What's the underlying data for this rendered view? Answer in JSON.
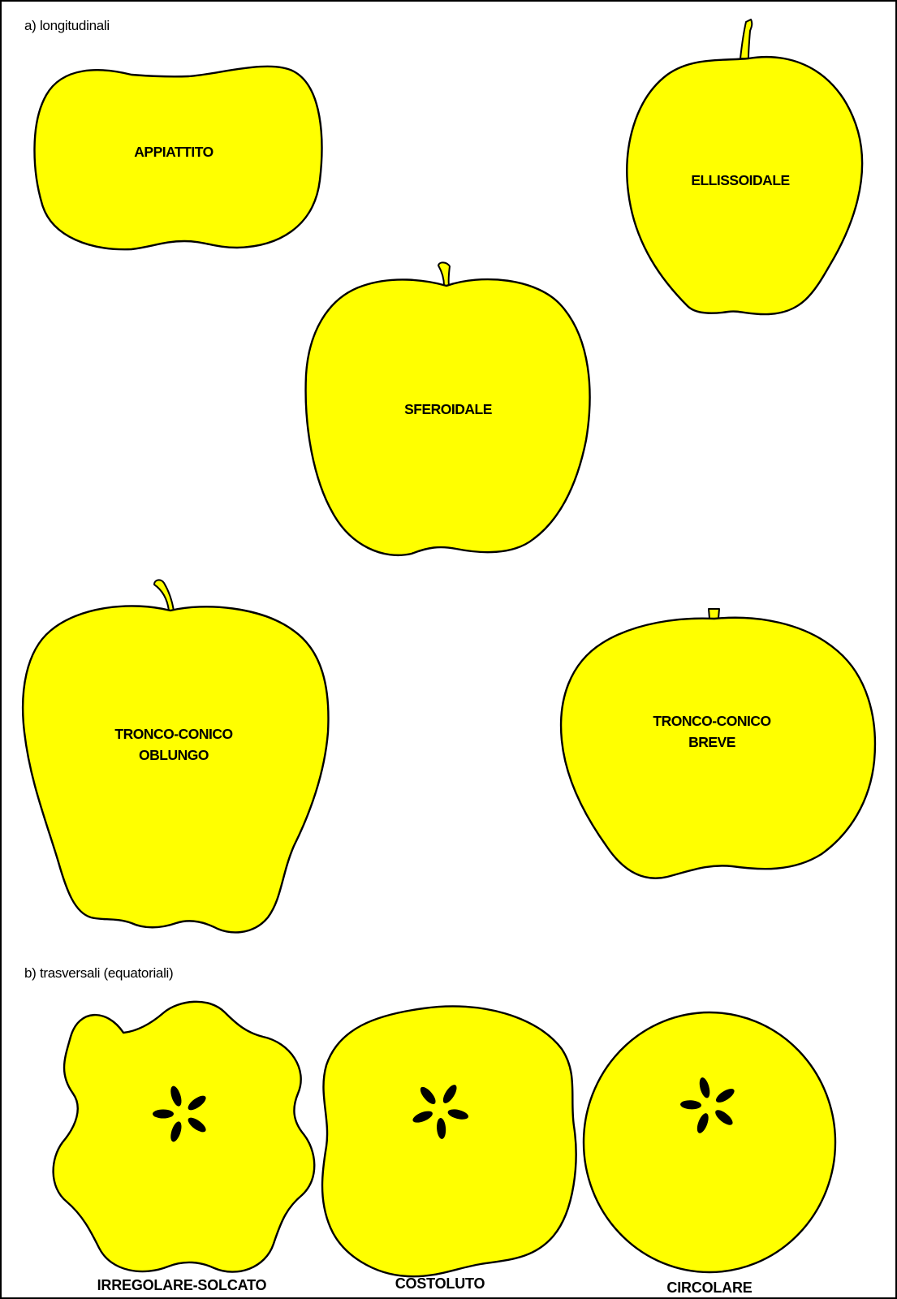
{
  "sections": {
    "longitudinal": "a) longitudinali",
    "transversal": "b) trasversali (equatoriali)"
  },
  "shapes": {
    "appiattito": "APPIATTITO",
    "ellissoidale": "ELLISSOIDALE",
    "sferoidale": "SFEROIDALE",
    "tronco_conico_oblungo": [
      "TRONCO-CONICO",
      "OBLUNGO"
    ],
    "tronco_conico_breve": [
      "TRONCO-CONICO",
      "BREVE"
    ]
  },
  "cross_sections": {
    "irregolare_solcato": "IRREGOLARE-SOLCATO",
    "costoluto": "COSTOLUTO",
    "circolare": "CIRCOLARE"
  },
  "colors": {
    "fruit_fill": "#ffff00",
    "outline": "#000000",
    "background": "#ffffff"
  }
}
